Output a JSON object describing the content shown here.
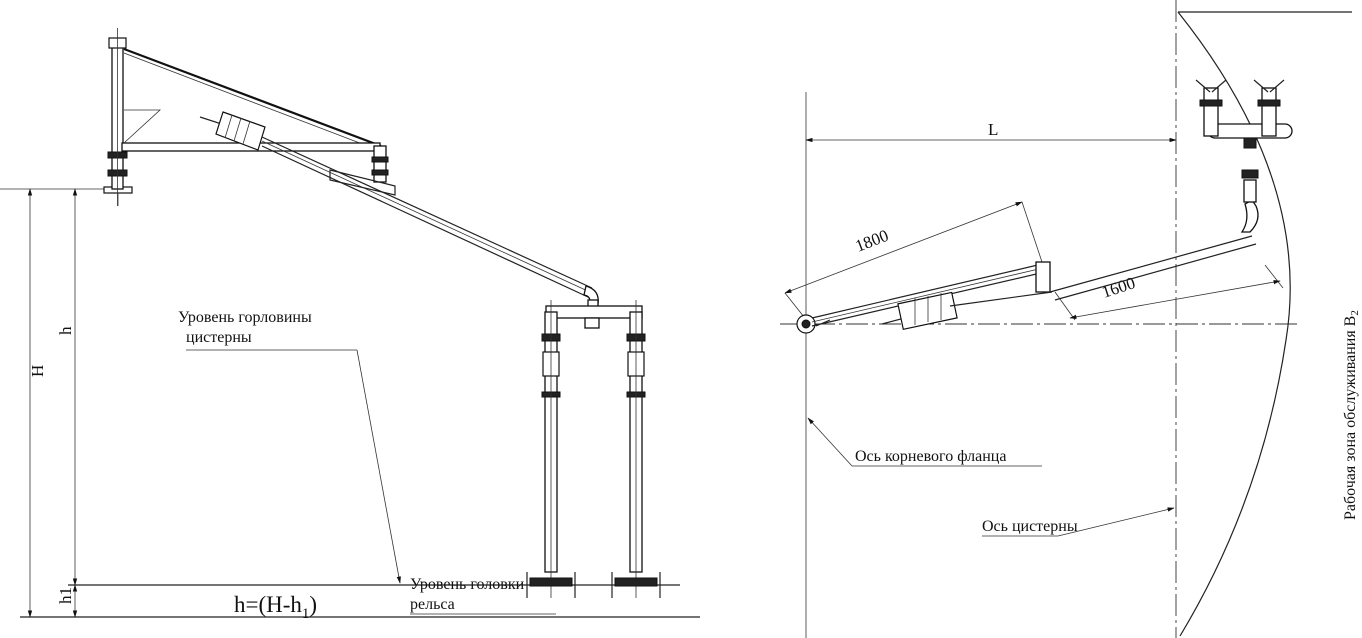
{
  "left": {
    "dims": {
      "H": "H",
      "h": "h",
      "h1": "h1"
    },
    "neck_level": {
      "line1": "Уровень горловины",
      "line2": "цистерны"
    },
    "rail_level": {
      "line1": "Уровень головки",
      "line2": "рельса"
    },
    "formula": {
      "base": "h=(H-h",
      "sub": "1",
      "close": ")"
    }
  },
  "right": {
    "dims": {
      "L": "L",
      "d1800": "1800",
      "d1600": "1600"
    },
    "root_flange_axis": "Ось корневого фланца",
    "tank_axis": "Ось  цистерны",
    "service_zone": {
      "text": "Рабочая зона обслуживания В",
      "sub": "2"
    }
  }
}
